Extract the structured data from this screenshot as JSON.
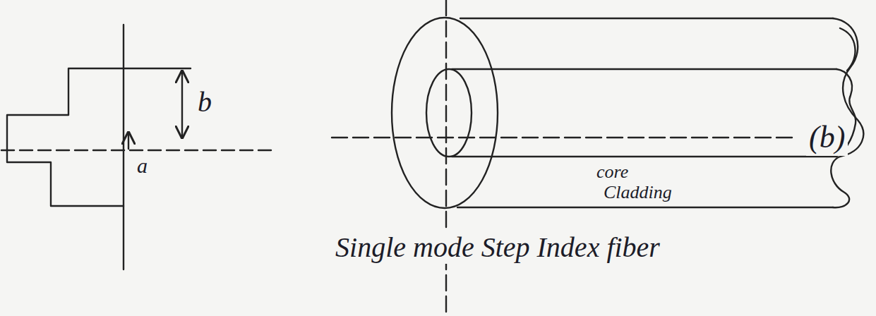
{
  "diagram": {
    "caption": "Single mode Step Index fiber",
    "labels": [
      "b",
      "a",
      "core",
      "Cladding",
      "(b)"
    ]
  }
}
